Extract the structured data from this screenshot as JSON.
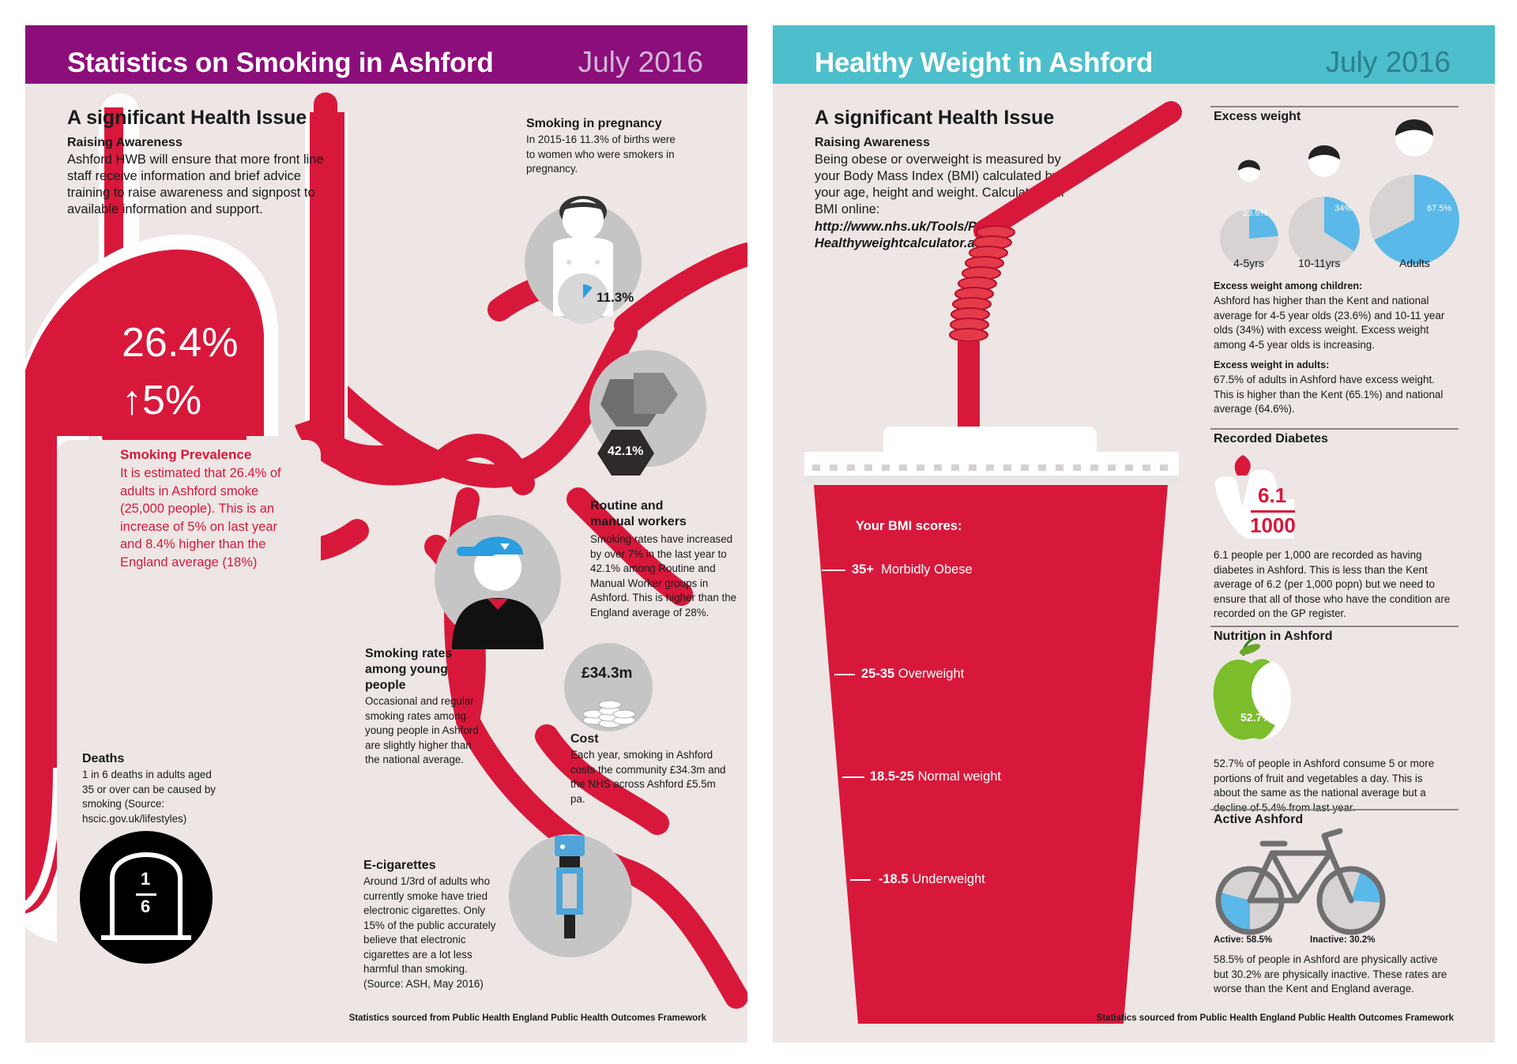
{
  "smoking": {
    "header": {
      "title": "Statistics on Smoking in Ashford",
      "date": "July 2016"
    },
    "intro": {
      "heading": "A significant Health Issue",
      "subheading": "Raising Awareness",
      "text": "Ashford HWB will ensure that more front line staff receive information and brief advice training to raise awareness and signpost to available information and support."
    },
    "prevalence": {
      "big_value": "26.4%",
      "change": "↑5%",
      "title": "Smoking Prevalence",
      "text": "It is estimated that 26.4% of adults in Ashford smoke (25,000 people). This is an increase of 5% on last year and 8.4% higher than the England average (18%)"
    },
    "pregnancy": {
      "title": "Smoking in pregnancy",
      "text": "In 2015-16 11.3% of births were to women who were smokers in pregnancy.",
      "value": "11.3%",
      "fraction": 0.113
    },
    "routine": {
      "value": "42.1%",
      "title": "Routine and manual workers",
      "text": "Smoking rates have increased by over 7% in the last year to 42.1% among Routine and Manual Worker groups in Ashford.  This is higher than the England average of 28%."
    },
    "young": {
      "title": "Smoking rates among young people",
      "text": "Occasional and regular smoking rates among young people in Ashford are slightly higher than the national average."
    },
    "cost": {
      "value": "£34.3m",
      "title": "Cost",
      "text": "Each year, smoking in Ashford costs the community £34.3m and the NHS across Ashford £5.5m pa."
    },
    "deaths": {
      "title": "Deaths",
      "text": "1 in 6 deaths in adults aged 35 or over can be caused by smoking (Source: hscic.gov.uk/lifestyles)",
      "numerator": "1",
      "denominator": "6"
    },
    "ecig": {
      "title": "E-cigarettes",
      "text": "Around 1/3rd of adults who currently smoke have tried electronic cigarettes. Only 15% of the public accurately believe that electronic cigarettes are a lot less harmful than smoking. (Source: ASH, May 2016)"
    },
    "footer": "Statistics sourced from Public Health England Public Health Outcomes Framework"
  },
  "weight": {
    "header": {
      "title": "Healthy Weight in Ashford",
      "date": "July 2016"
    },
    "intro": {
      "heading": "A significant Health Issue",
      "subheading": "Raising Awareness",
      "text": "Being obese or overweight is measured by your Body Mass Index (BMI) calculated by your age, height and weight. Calculate your BMI online:",
      "link": "http://www.nhs.uk/Tools/Pages/ Healthyweightcalculator.aspx"
    },
    "bmi": {
      "title": "Your BMI scores:",
      "levels": [
        {
          "range": "35+",
          "label": "Morbidly Obese"
        },
        {
          "range": "25-35",
          "label": "Overweight"
        },
        {
          "range": "18.5-25",
          "label": "Normal weight"
        },
        {
          "range": "-18.5",
          "label": "Underweight"
        }
      ]
    },
    "excess": {
      "title": "Excess weight",
      "groups": [
        {
          "label": "4-5yrs",
          "value": "23.6%",
          "fraction": 0.236
        },
        {
          "label": "10-11yrs",
          "value": "34%",
          "fraction": 0.34
        },
        {
          "label": "Adults",
          "value": "67.5%",
          "fraction": 0.675
        }
      ],
      "children_title": "Excess weight among children:",
      "children_text": "Ashford has higher than the Kent and national average for 4-5 year olds (23.6%) and 10-11 year olds (34%) with excess weight. Excess weight among 4-5 year olds is increasing.",
      "adults_title": "Excess weight in adults:",
      "adults_text": "67.5% of adults in Ashford have excess weight. This is higher than the Kent (65.1%) and national average (64.6%)."
    },
    "diabetes": {
      "title": "Recorded Diabetes",
      "numerator": "6.1",
      "denominator": "1000",
      "text": "6.1 people per 1,000 are recorded as having diabetes in Ashford. This is less than the Kent average of 6.2 (per 1,000 popn) but we need to ensure that all of those who have the condition are recorded on the GP register."
    },
    "nutrition": {
      "title": "Nutrition in Ashford",
      "value": "52.7%",
      "fraction": 0.527,
      "text": "52.7% of people in Ashford consume 5 or more portions of fruit and vegetables a day. This is about the same as the national average but a decline of 5.4% from last year."
    },
    "active": {
      "title": "Active Ashford",
      "active_label": "Active: 58.5%",
      "inactive_label": "Inactive: 30.2%",
      "active_fraction": 0.585,
      "inactive_fraction": 0.302,
      "text": "58.5% of people in Ashford are physically active but 30.2% are physically inactive. These rates are worse than the Kent and England average."
    },
    "footer": "Statistics sourced from Public Health England Public Health Outcomes Framework"
  },
  "colors": {
    "smoking_header": "#8c0e7b",
    "weight_header": "#4dbecb",
    "accent_red": "#d8183b",
    "blue": "#5ab9e8",
    "background": "#ede6e4"
  }
}
